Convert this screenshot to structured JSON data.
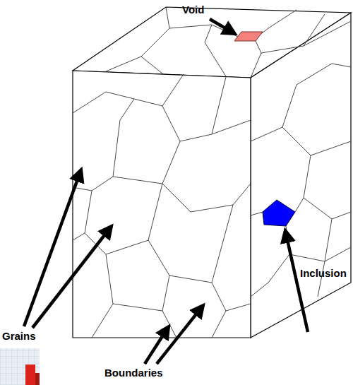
{
  "diagram": {
    "labels": [
      "Void",
      "Grains",
      "Inclusion",
      "Boundaries"
    ]
  }
}
